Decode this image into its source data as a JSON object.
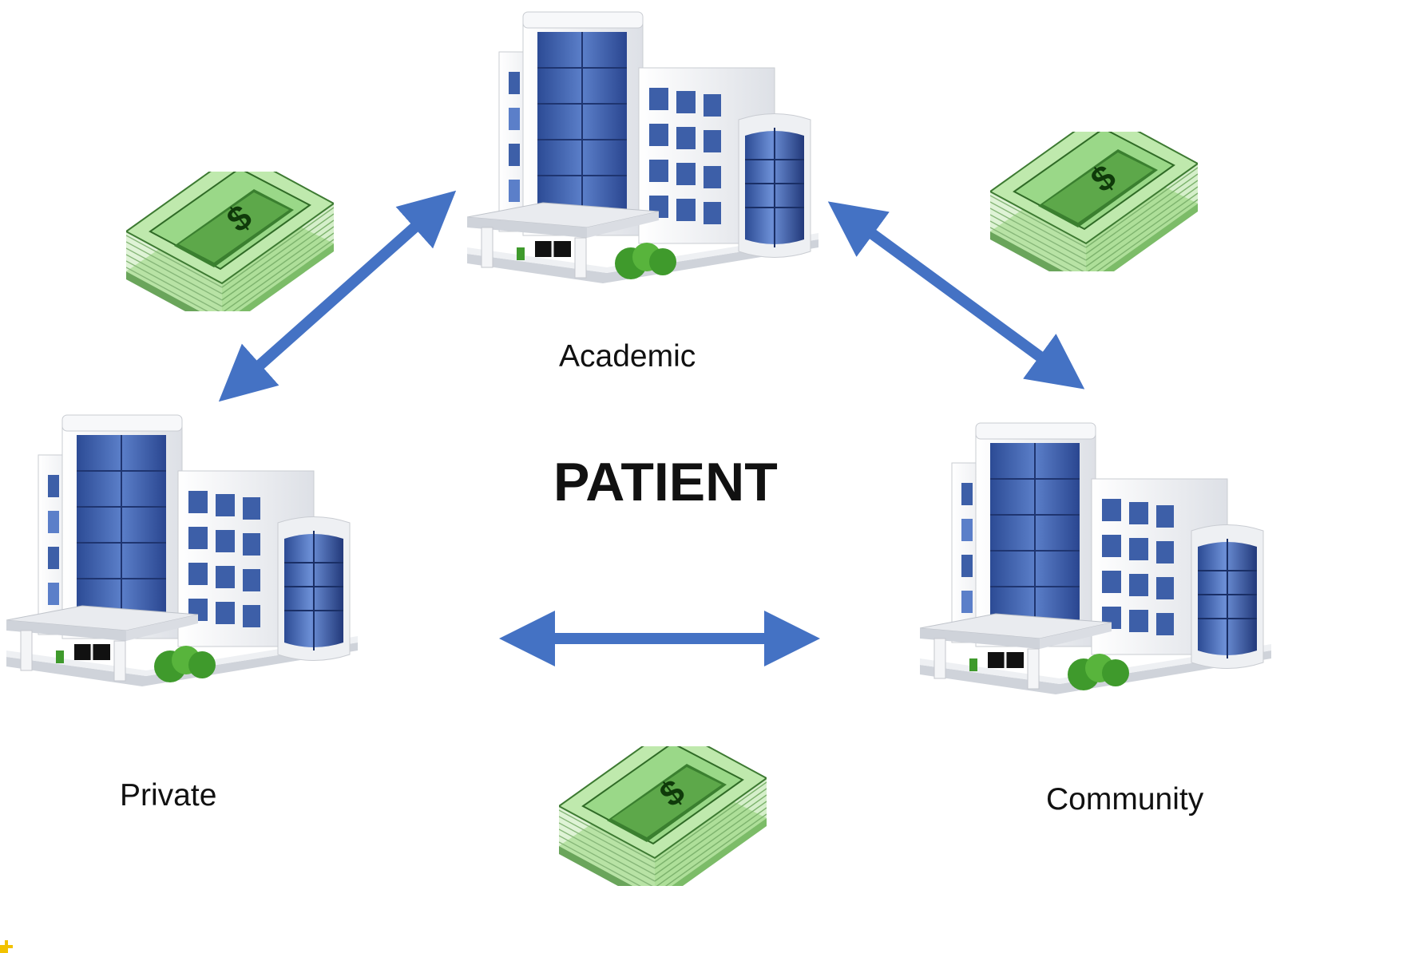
{
  "center": {
    "label": "PATIENT"
  },
  "hospitals": [
    {
      "name": "Academic"
    },
    {
      "name": "Private"
    },
    {
      "name": "Community"
    }
  ],
  "icons": {
    "hospital": "hospital-building-icon",
    "money": "cash-bundle-icon",
    "arrow": "double-headed-arrow"
  },
  "colors": {
    "arrow": "#4472c4",
    "glass": "#3d5fa8",
    "money": "#8fd17a",
    "shrub": "#3f9a2c",
    "corner_mark": "#f2c200"
  }
}
